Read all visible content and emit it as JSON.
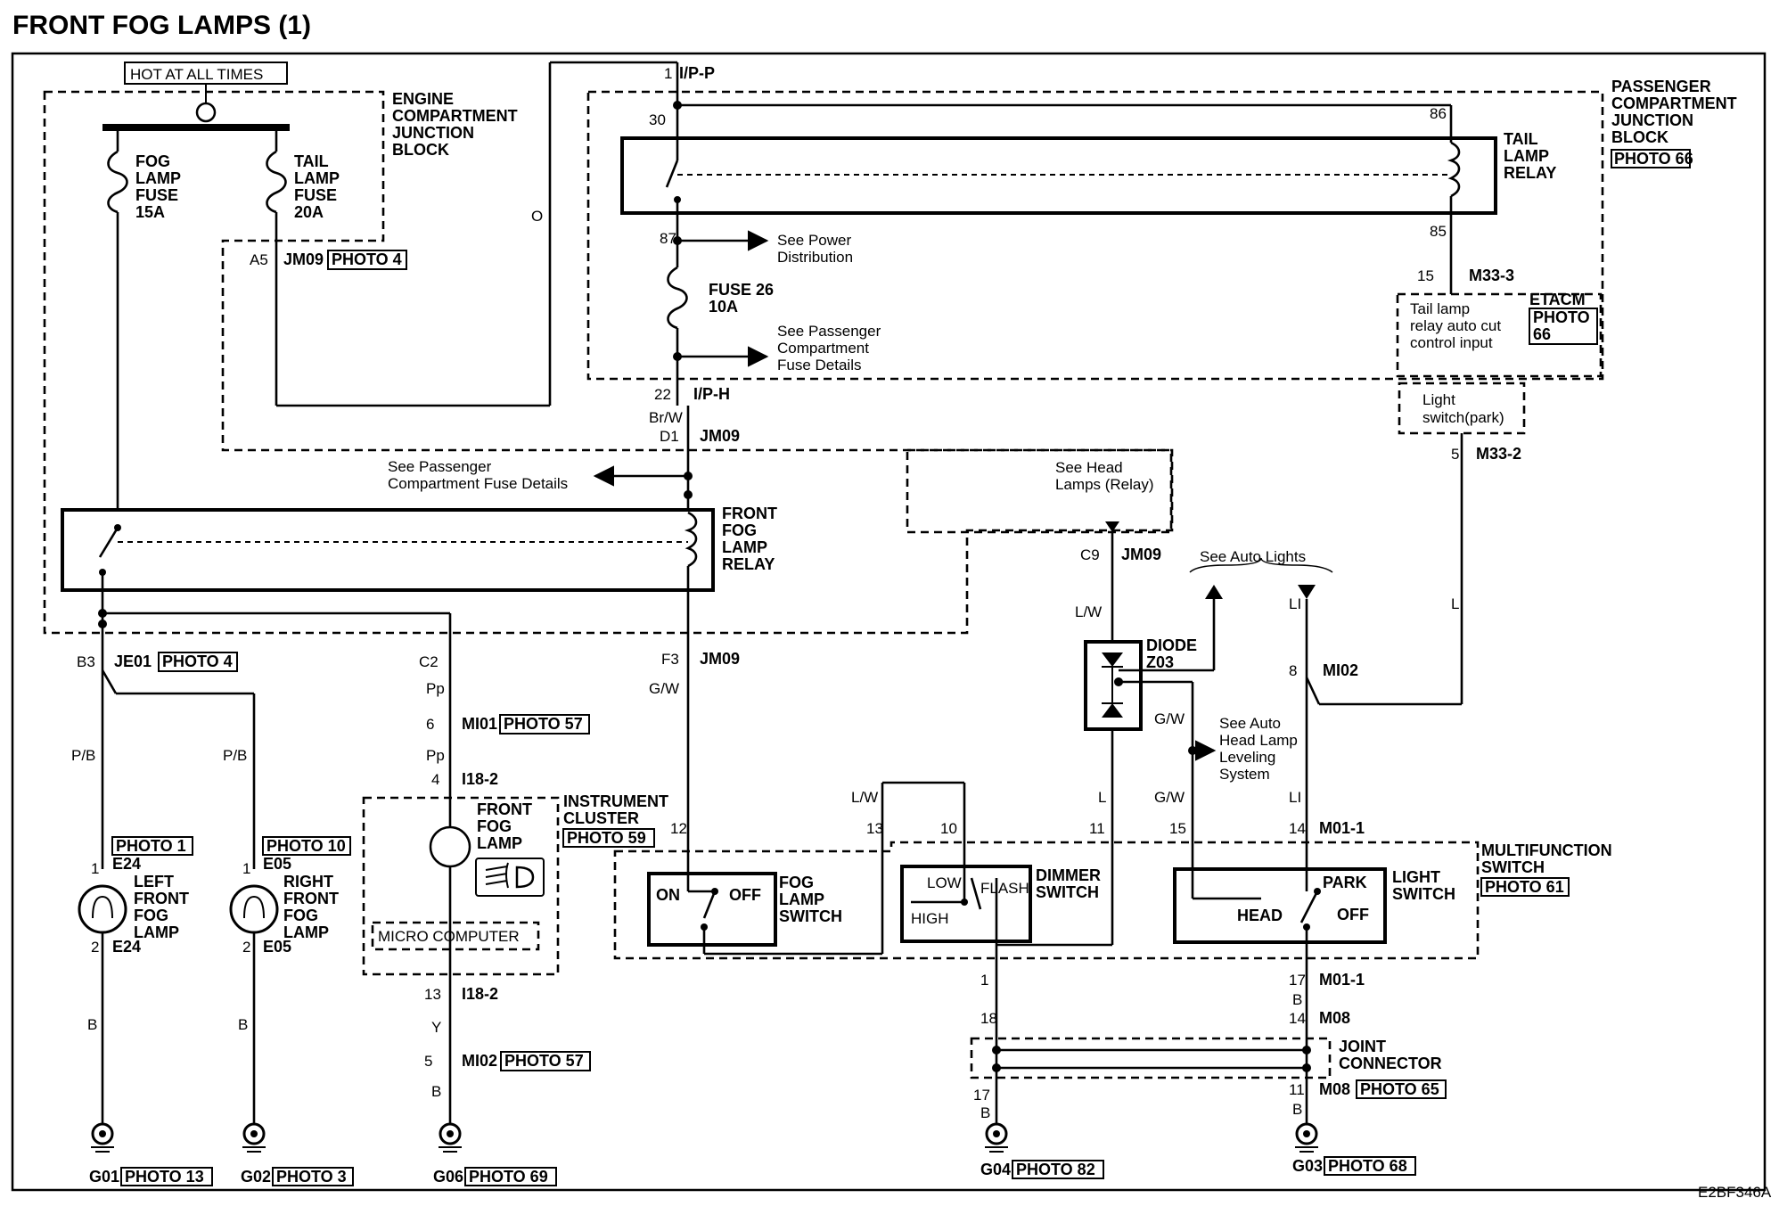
{
  "title": "FRONT FOG LAMPS (1)",
  "figure_code": "E2BF346A",
  "hot_label": "HOT AT ALL TIMES",
  "engine_block": [
    "ENGINE",
    "COMPARTMENT",
    "JUNCTION",
    "BLOCK"
  ],
  "passenger_block": [
    "PASSENGER",
    "COMPARTMENT",
    "JUNCTION",
    "BLOCK"
  ],
  "passenger_block_photo": "PHOTO 66",
  "fog_fuse": [
    "FOG",
    "LAMP",
    "FUSE",
    "15A"
  ],
  "tail_fuse": [
    "TAIL",
    "LAMP",
    "FUSE",
    "20A"
  ],
  "a5": "A5",
  "jm09": "JM09",
  "photo4": "PHOTO 4",
  "o_mark": "O",
  "ipp_pin": "1",
  "ipp": "I/P-P",
  "pin30": "30",
  "pin86": "86",
  "pin87": "87",
  "pin85": "85",
  "tail_relay": [
    "TAIL",
    "LAMP",
    "RELAY"
  ],
  "see_power": [
    "See Power",
    "Distribution"
  ],
  "fuse26": [
    "FUSE 26",
    "10A"
  ],
  "see_pass_fuse": [
    "See Passenger",
    "Compartment",
    "Fuse Details"
  ],
  "m333_pin": "15",
  "m333": "M33-3",
  "etacm": "ETACM",
  "etacm_photo": [
    "PHOTO",
    "66"
  ],
  "etacm_text": [
    "Tail lamp",
    "relay auto cut",
    "control input"
  ],
  "light_switch_park": [
    "Light",
    "switch(park)"
  ],
  "m332_pin": "5",
  "m332": "M33-2",
  "iph_pin": "22",
  "iph": "I/P-H",
  "brw": "Br/W",
  "d1": "D1",
  "see_pass_fuse2": [
    "See Passenger",
    "Compartment Fuse Details"
  ],
  "front_relay": [
    "FRONT",
    "FOG",
    "LAMP",
    "RELAY"
  ],
  "see_head": [
    "See Head",
    "Lamps (Relay)"
  ],
  "c9": "C9",
  "see_auto": "See Auto Lights",
  "lw": "L/W",
  "li": "LI",
  "diode": [
    "DIODE",
    "Z03"
  ],
  "gw": "G/W",
  "see_auto_head": [
    "See Auto",
    "Head Lamp",
    "Leveling",
    "System"
  ],
  "mi02_8": "8",
  "mi02": "MI02",
  "b3": "B3",
  "je01": "JE01",
  "c2": "C2",
  "f3": "F3",
  "pp": "Pp",
  "pb": "P/B",
  "mi01_pin": "6",
  "mi01": "MI01",
  "photo57": "PHOTO 57",
  "i182_pin4": "4",
  "i182": "I18-2",
  "front_fog_lamp": [
    "FRONT",
    "FOG",
    "LAMP"
  ],
  "instrument_cluster": [
    "INSTRUMENT",
    "CLUSTER"
  ],
  "photo59": "PHOTO 59",
  "micro": "MICRO COMPUTER",
  "photo1": "PHOTO 1",
  "photo10": "PHOTO 10",
  "e24": "E24",
  "e05": "E05",
  "pin1": "1",
  "pin2": "2",
  "left_lamp": [
    "LEFT",
    "FRONT",
    "FOG",
    "LAMP"
  ],
  "right_lamp": [
    "RIGHT",
    "FRONT",
    "FOG",
    "LAMP"
  ],
  "b": "B",
  "y": "Y",
  "l": "L",
  "pin12": "12",
  "pin13": "13",
  "pin10": "10",
  "pin11": "11",
  "pin15": "15",
  "pin14": "14",
  "m011": "M01-1",
  "multifunction": [
    "MULTIFUNCTION",
    "SWITCH"
  ],
  "photo61": "PHOTO 61",
  "on": "ON",
  "off": "OFF",
  "fog_switch": [
    "FOG",
    "LAMP",
    "SWITCH"
  ],
  "low": "LOW",
  "flash": "FLASH",
  "high": "HIGH",
  "dimmer": [
    "DIMMER",
    "SWITCH"
  ],
  "park": "PARK",
  "head": "HEAD",
  "light_switch": [
    "LIGHT",
    "SWITCH"
  ],
  "i182_pin13": "13",
  "mi02_pin5": "5",
  "pin17": "17",
  "pin18": "18",
  "m08": "M08",
  "joint": [
    "JOINT",
    "CONNECTOR"
  ],
  "photo65": "PHOTO 65",
  "g01": "G01",
  "photo13": "PHOTO 13",
  "g02": "G02",
  "photo3": "PHOTO 3",
  "g06": "G06",
  "photo69": "PHOTO 69",
  "g04": "G04",
  "photo82": "PHOTO 82",
  "g03": "G03",
  "photo68": "PHOTO 68"
}
